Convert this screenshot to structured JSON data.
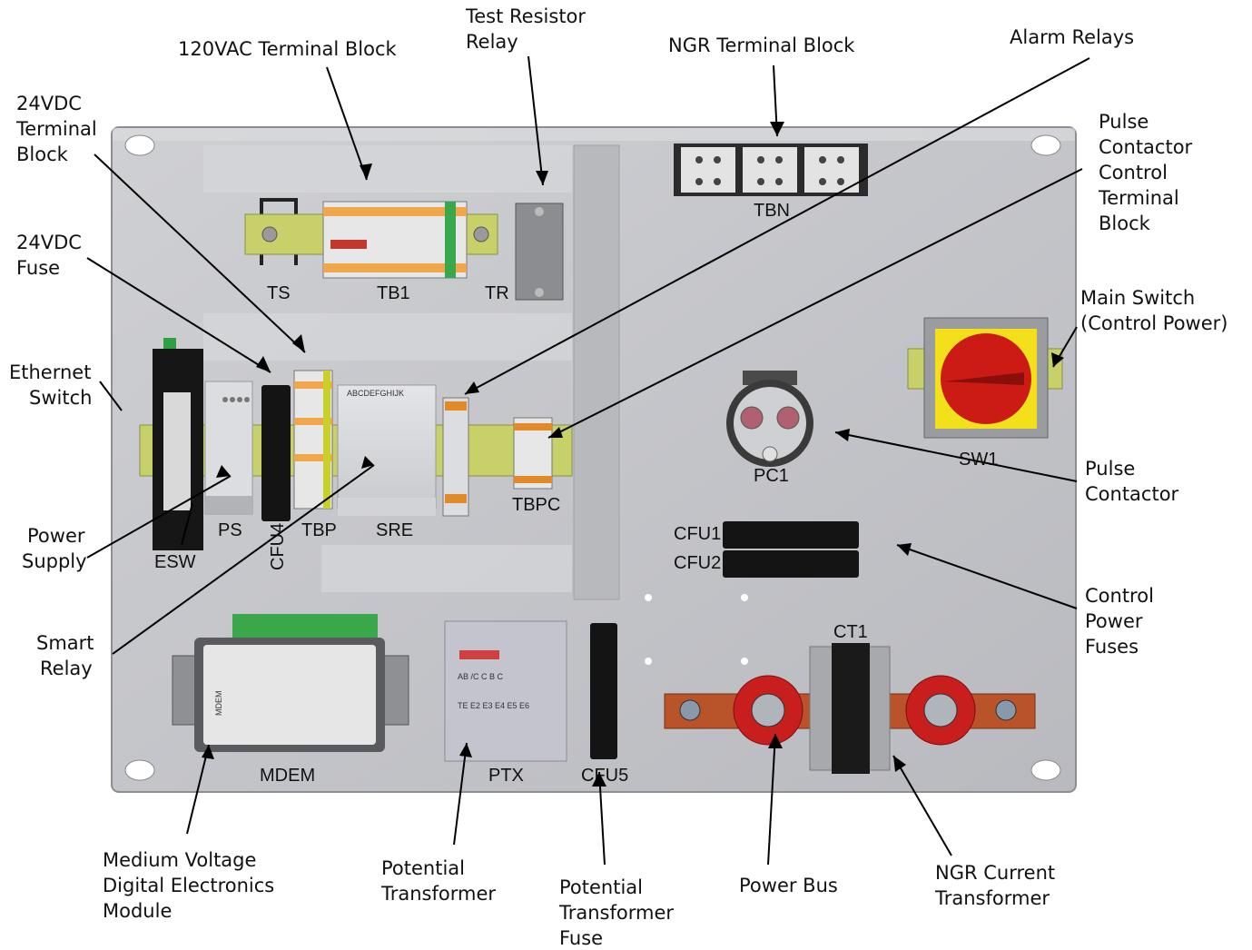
{
  "callouts": {
    "terminal_120vac": "120VAC Terminal Block",
    "test_resistor_relay": [
      "Test Resistor",
      "Relay"
    ],
    "ngr_terminal_block": "NGR Terminal Block",
    "alarm_relays": "Alarm Relays",
    "dc24_terminal_block": [
      "24VDC",
      "Terminal",
      "Block"
    ],
    "pulse_contactor_control_tb": [
      "Pulse",
      "Contactor",
      "Control",
      "Terminal",
      "Block"
    ],
    "dc24_fuse": [
      "24VDC",
      "Fuse"
    ],
    "main_switch": [
      "Main Switch",
      "(Control Power)"
    ],
    "ethernet_switch": [
      "Ethernet",
      "Switch"
    ],
    "pulse_contactor": [
      "Pulse",
      "Contactor"
    ],
    "power_supply": [
      "Power",
      "Supply"
    ],
    "control_power_fuses": [
      "Control",
      "Power",
      "Fuses"
    ],
    "smart_relay": [
      "Smart",
      "Relay"
    ],
    "mv_digital_electronics": [
      "Medium Voltage",
      "Digital Electronics",
      "Module"
    ],
    "potential_transformer": [
      "Potential",
      "Transformer"
    ],
    "pt_fuse": [
      "Potential",
      "Transformer",
      "Fuse"
    ],
    "power_bus": "Power Bus",
    "ngr_current_transformer": [
      "NGR Current",
      "Transformer"
    ]
  },
  "components": {
    "ts": "TS",
    "tb1": "TB1",
    "tr": "TR",
    "tbn": "TBN",
    "esw": "ESW",
    "ps": "PS",
    "cfu4": "CFU4",
    "tbp": "TBP",
    "sre": "SRE",
    "tbpc": "TBPC",
    "pc1": "PC1",
    "sw1": "SW1",
    "cfu1": "CFU1",
    "cfu2": "CFU2",
    "mdem": "MDEM",
    "mdem_inner": "MDEM",
    "ptx": "PTX",
    "cfu5": "CFU5",
    "ct1": "CT1"
  },
  "colors": {
    "panel": "#c4c5c9",
    "panel_edge": "#9a9ba0",
    "switch_yellow": "#f2e11a",
    "switch_red": "#cc1a14",
    "bus_copper": "#b8532a",
    "insulator_red": "#c81e1e",
    "din_rail": "#c8d06a",
    "terminal_orange": "#e08a2a",
    "terminal_green": "#3aa84a",
    "fuse_black": "#141414"
  }
}
